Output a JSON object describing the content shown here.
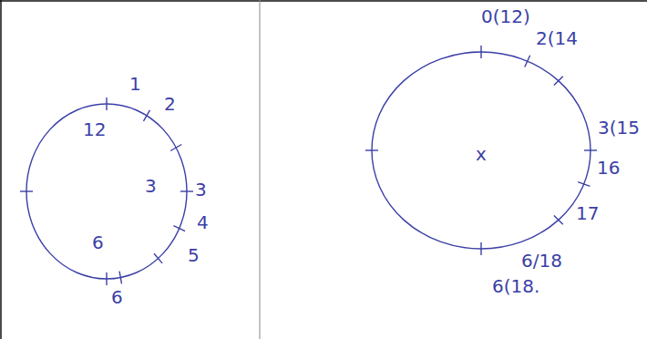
{
  "diagram": {
    "nodes": [
      {
        "text": [
          "12",
          "3",
          "6"
        ]
      },
      {
        "text": [
          "x"
        ]
      }
    ],
    "labels": [
      "1",
      "2",
      "3",
      "4",
      "5",
      "6",
      "0(12)",
      "2(14",
      "3(15",
      "16",
      "17",
      "6/18",
      "6(18."
    ]
  }
}
